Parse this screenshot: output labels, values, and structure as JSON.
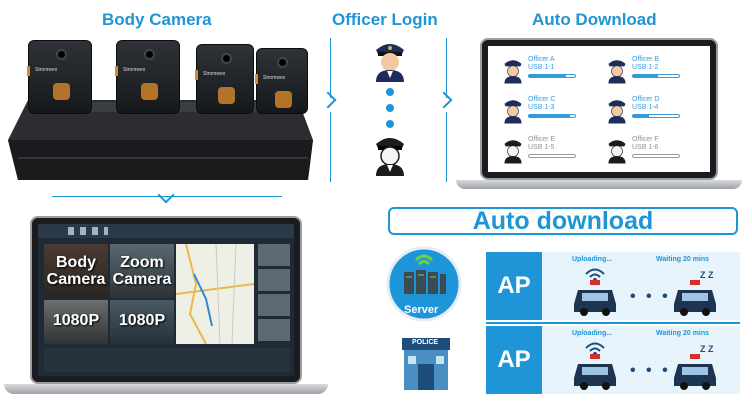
{
  "headings": {
    "body_camera": "Body Camera",
    "officer_login": "Officer Login",
    "auto_download": "Auto Download"
  },
  "dock": {
    "brand": "Stromwex",
    "camera_count": 4
  },
  "download_screen": {
    "officers": [
      {
        "name": "Officer A",
        "usb": "USB 1-1",
        "progress": 0.8,
        "active": true
      },
      {
        "name": "Officer B",
        "usb": "USB 1-2",
        "progress": 0.55,
        "active": true
      },
      {
        "name": "Officer C",
        "usb": "USB 1-3",
        "progress": 0.9,
        "active": true
      },
      {
        "name": "Officer D",
        "usb": "USB 1-4",
        "progress": 0.35,
        "active": true
      },
      {
        "name": "Officer E",
        "usb": "USB 1-5",
        "progress": 0,
        "active": false
      },
      {
        "name": "Officer F",
        "usb": "USB 1-6",
        "progress": 0,
        "active": false
      }
    ]
  },
  "software": {
    "tiles": [
      {
        "line1": "Body",
        "line2": "Camera"
      },
      {
        "line1": "Zoom",
        "line2": "Camera"
      },
      {
        "line1": "1080P",
        "line2": ""
      },
      {
        "line1": "1080P",
        "line2": ""
      }
    ]
  },
  "auto_download_panel": {
    "title": "Auto download",
    "server_label": "Server",
    "police_sign": "POLICE",
    "ap_label": "AP",
    "uploading_label": "Uploading...",
    "waiting_label": "Waiting 20 mins",
    "ellipsis": "• • •",
    "zz": "Z Z"
  },
  "colors": {
    "accent": "#1d95d6",
    "dark": "#1b1c1f",
    "police_blue": "#1d4d7a"
  }
}
